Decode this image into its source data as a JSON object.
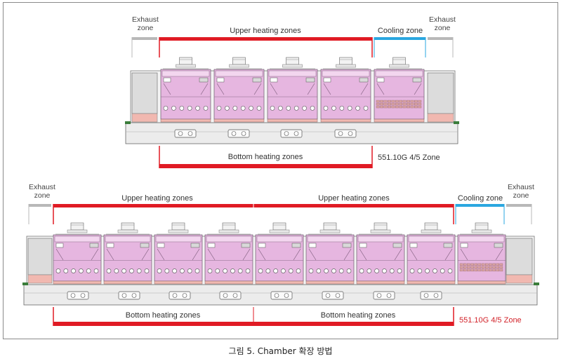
{
  "colors": {
    "heating_bar": "#e01b24",
    "cooling_bar": "#2aa7e0",
    "exhaust_bar": "#b8b8b8",
    "module_pink": "#e6b6e0",
    "module_band": "#d9a3d6",
    "base_gray": "#ececec",
    "red_note": "#d2232a"
  },
  "top_diagram": {
    "exhaust_left": "Exhaust\nzone",
    "upper_heating": "Upper heating zones",
    "cooling": "Cooling zone",
    "exhaust_right": "Exhaust\nzone",
    "bottom_heating": "Bottom heating zones",
    "model_note": "551.10G 4/5 Zone",
    "heating_modules": 4,
    "cooling_modules": 1
  },
  "bottom_diagram": {
    "exhaust_left": "Exhaust\nzone",
    "upper_heating_1": "Upper heating zones",
    "upper_heating_2": "Upper heating zones",
    "cooling": "Cooling zone",
    "exhaust_right": "Exhaust\nzone",
    "bottom_heating_1": "Bottom heating zones",
    "bottom_heating_2": "Bottom heating zones",
    "model_note": "551.10G 4/5 Zone",
    "heating_modules": 8,
    "cooling_modules": 1
  },
  "caption": "그림 5. Chamber 확장 방법"
}
